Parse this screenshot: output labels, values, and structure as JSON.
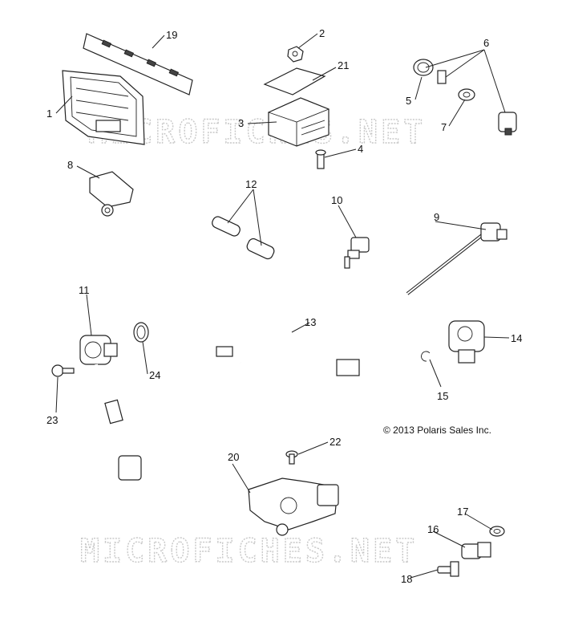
{
  "watermark": "MICROFICHES.NET",
  "copyright": "© 2013 Polaris Sales Inc.",
  "callouts": [
    "1",
    "2",
    "3",
    "4",
    "5",
    "6",
    "7",
    "8",
    "9",
    "10",
    "11",
    "12",
    "13",
    "14",
    "15",
    "16",
    "17",
    "18",
    "19",
    "20",
    "21",
    "22",
    "23",
    "24"
  ]
}
